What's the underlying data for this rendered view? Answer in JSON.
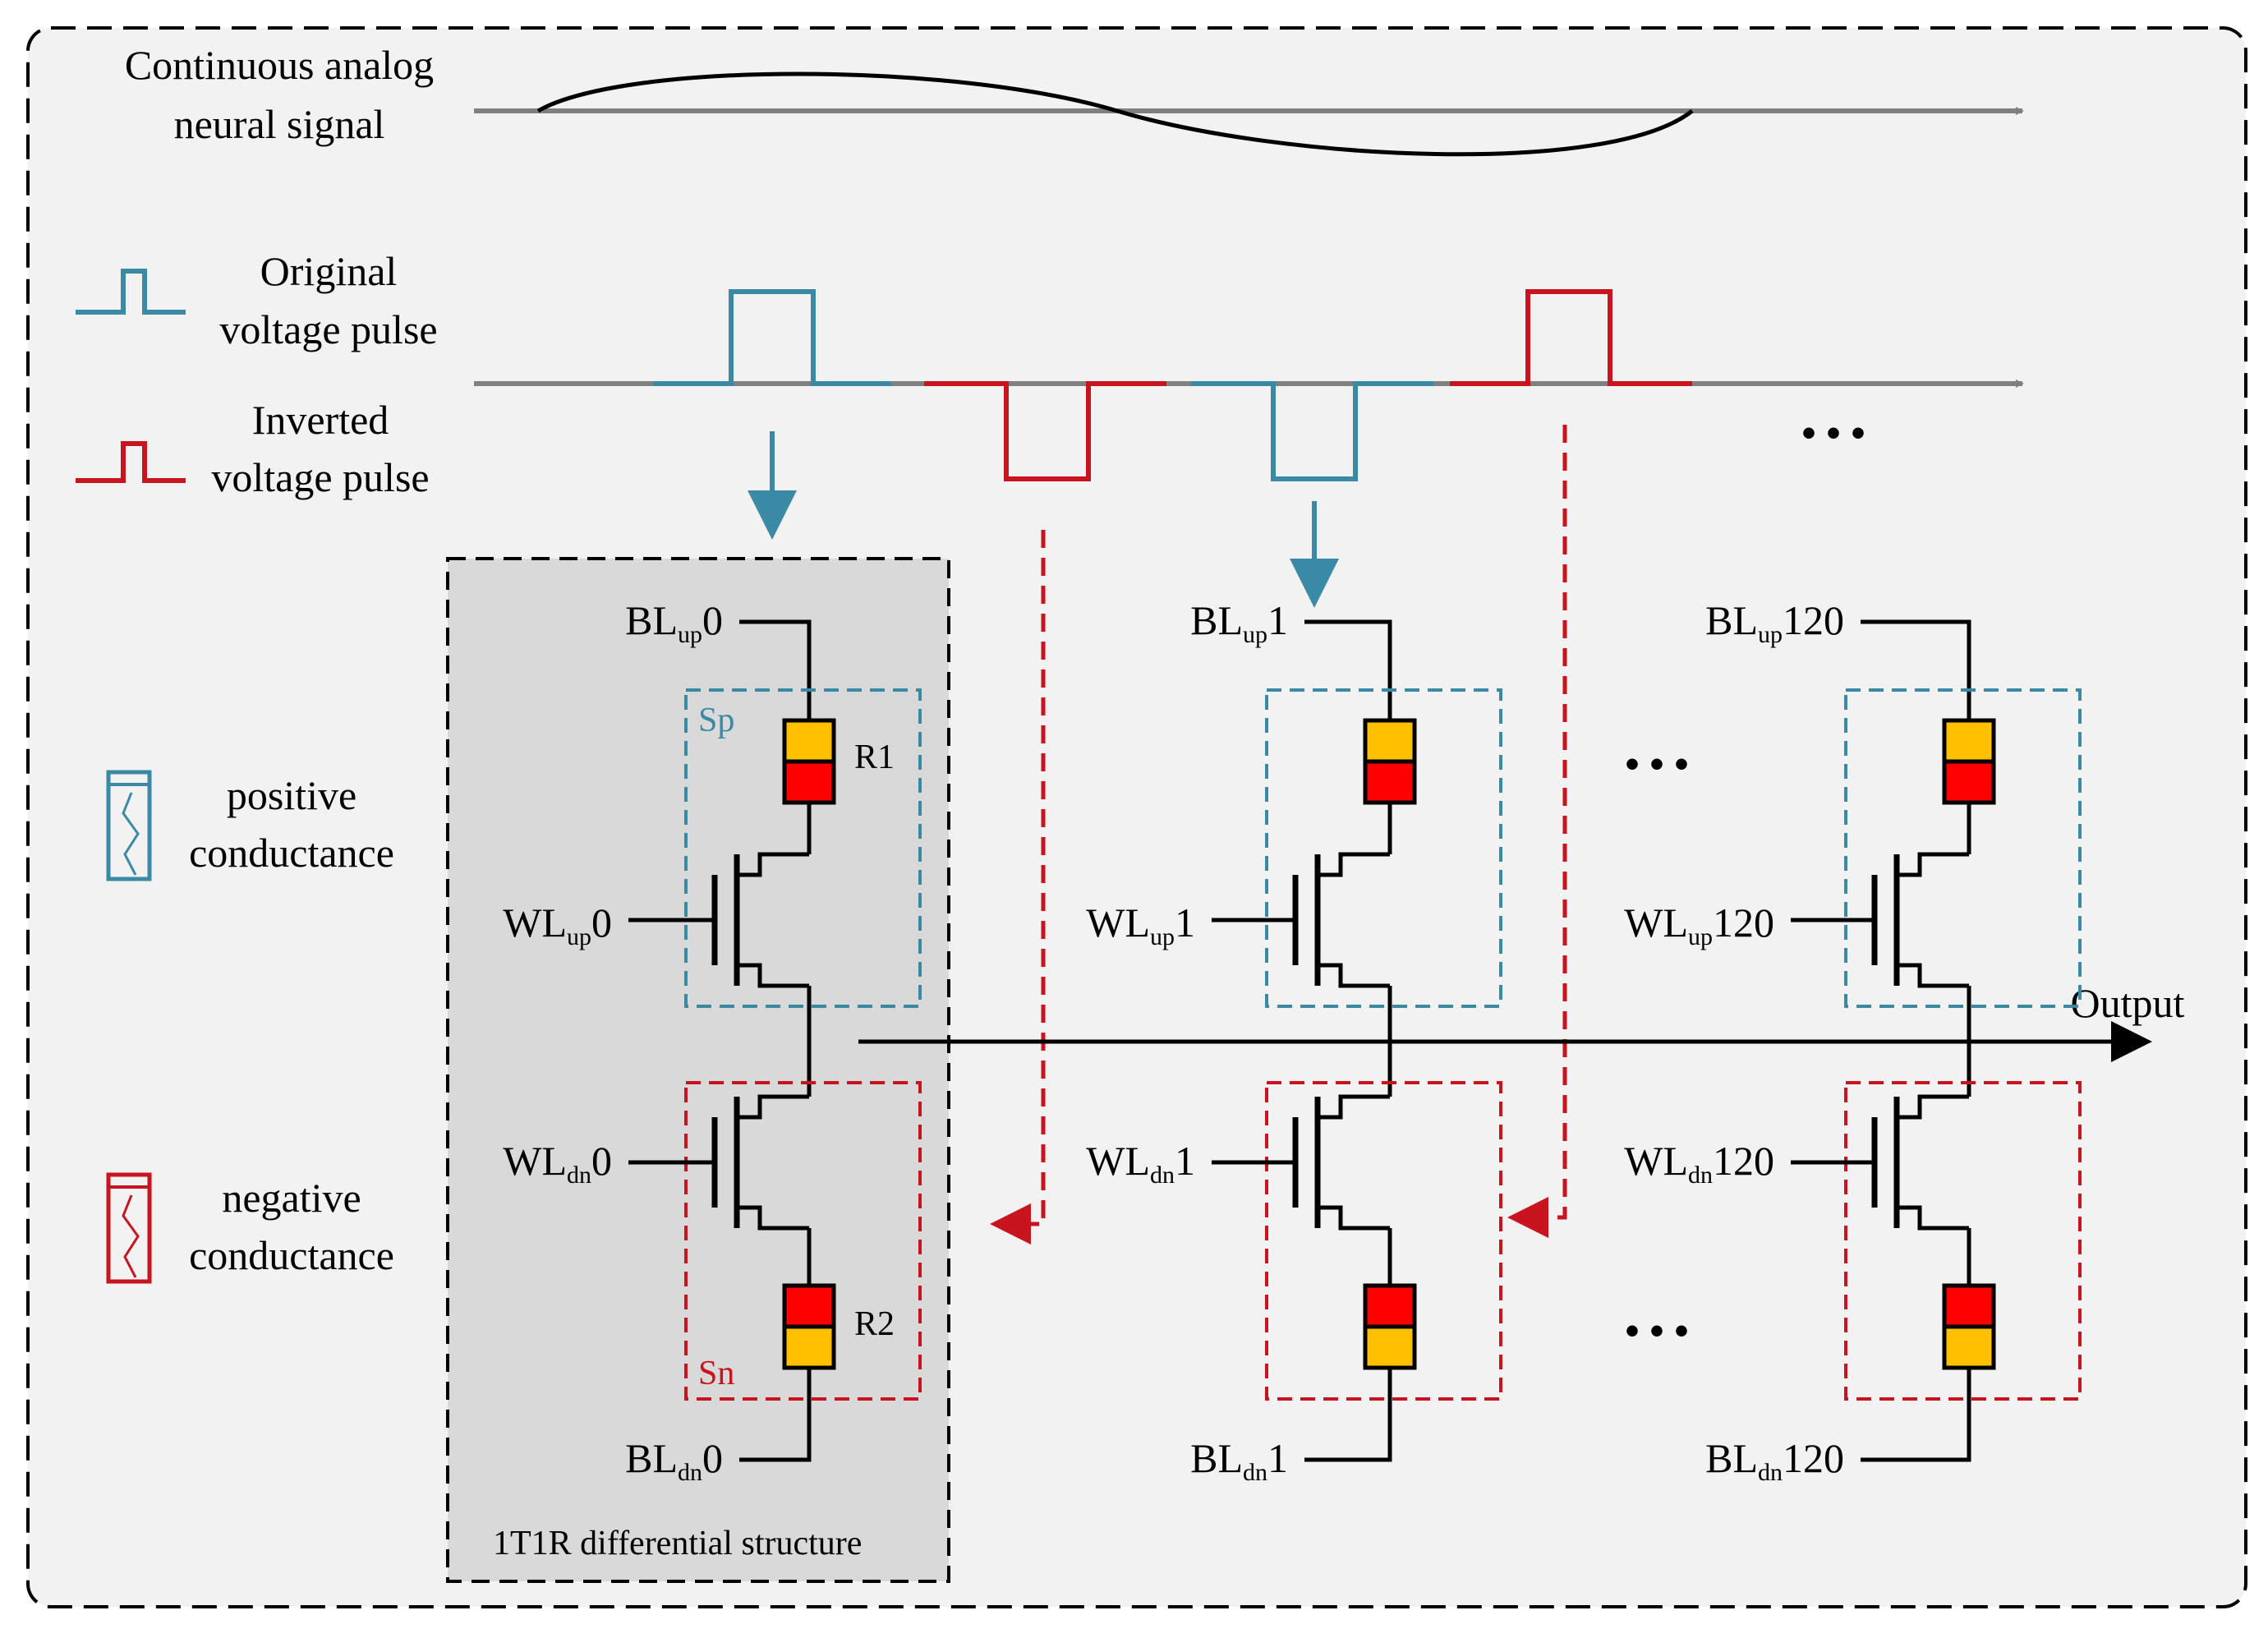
{
  "signal": {
    "line1": "Continuous analog",
    "line2": "neural signal"
  },
  "legend": {
    "original_line1": "Original",
    "original_line2": "voltage pulse",
    "inverted_line1": "Inverted",
    "inverted_line2": "voltage pulse",
    "positive_line1": "positive",
    "positive_line2": "conductance",
    "negative_line1": "negative",
    "negative_line2": "conductance"
  },
  "colors": {
    "blue": "#3a8aa5",
    "red": "#c8141e",
    "resistor_top": "#ffc000",
    "resistor_bottom": "#ff0000",
    "panel": "#f2f2f2",
    "highlight": "#d9d9d9"
  },
  "columns": [
    {
      "bl_up": "BL",
      "bl_up_sub": "up",
      "bl_up_idx": "0",
      "wl_up": "WL",
      "wl_up_sub": "up",
      "wl_up_idx": "0",
      "wl_dn": "WL",
      "wl_dn_sub": "dn",
      "wl_dn_idx": "0",
      "bl_dn": "BL",
      "bl_dn_sub": "dn",
      "bl_dn_idx": "0"
    },
    {
      "bl_up": "BL",
      "bl_up_sub": "up",
      "bl_up_idx": "1",
      "wl_up": "WL",
      "wl_up_sub": "up",
      "wl_up_idx": "1",
      "wl_dn": "WL",
      "wl_dn_sub": "dn",
      "wl_dn_idx": "1",
      "bl_dn": "BL",
      "bl_dn_sub": "dn",
      "bl_dn_idx": "1"
    },
    {
      "bl_up": "BL",
      "bl_up_sub": "up",
      "bl_up_idx": "120",
      "wl_up": "WL",
      "wl_up_sub": "up",
      "wl_up_idx": "120",
      "wl_dn": "WL",
      "wl_dn_sub": "dn",
      "wl_dn_idx": "120",
      "bl_dn": "BL",
      "bl_dn_sub": "dn",
      "bl_dn_idx": "120"
    }
  ],
  "cell": {
    "sp": "Sp",
    "sn": "Sn",
    "r1": "R1",
    "r2": "R2",
    "structure": "1T1R differential structure"
  },
  "output": "Output",
  "ellipsis": "• • •"
}
